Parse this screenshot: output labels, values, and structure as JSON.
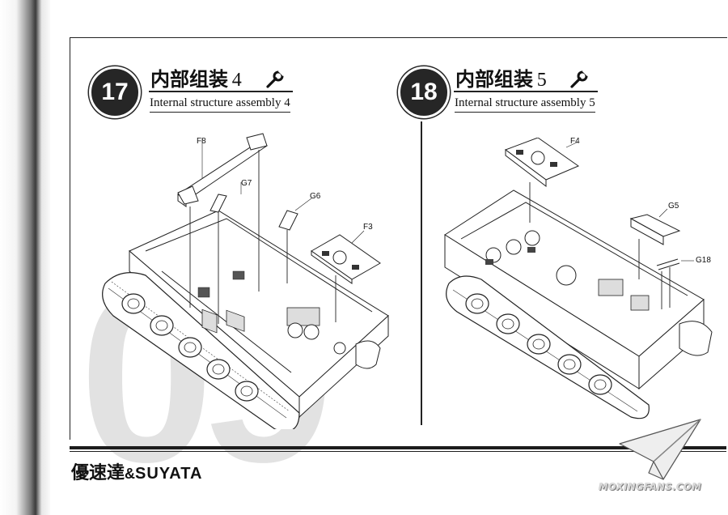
{
  "steps": [
    {
      "number": "17",
      "title_cn": "内部组装",
      "title_num": "4",
      "title_en": "Internal structure assembly 4",
      "parts": [
        "F8",
        "G7",
        "G6",
        "F3"
      ]
    },
    {
      "number": "18",
      "title_cn": "内部组装",
      "title_num": "5",
      "title_en": "Internal structure assembly 5",
      "parts": [
        "F4",
        "G5",
        "G18"
      ]
    }
  ],
  "page_number": "09",
  "footer": {
    "brand_cn": "優速達",
    "brand_amp": "&",
    "brand_latin": "SUYATA"
  },
  "watermark": {
    "text": "MOXINGFANS.COM",
    "icon": "paper-plane-logo"
  },
  "icons": {
    "tool": "wrench-icon"
  },
  "colors": {
    "ink": "#111111",
    "badge": "#262626",
    "page_number": "#e2e2e2"
  }
}
